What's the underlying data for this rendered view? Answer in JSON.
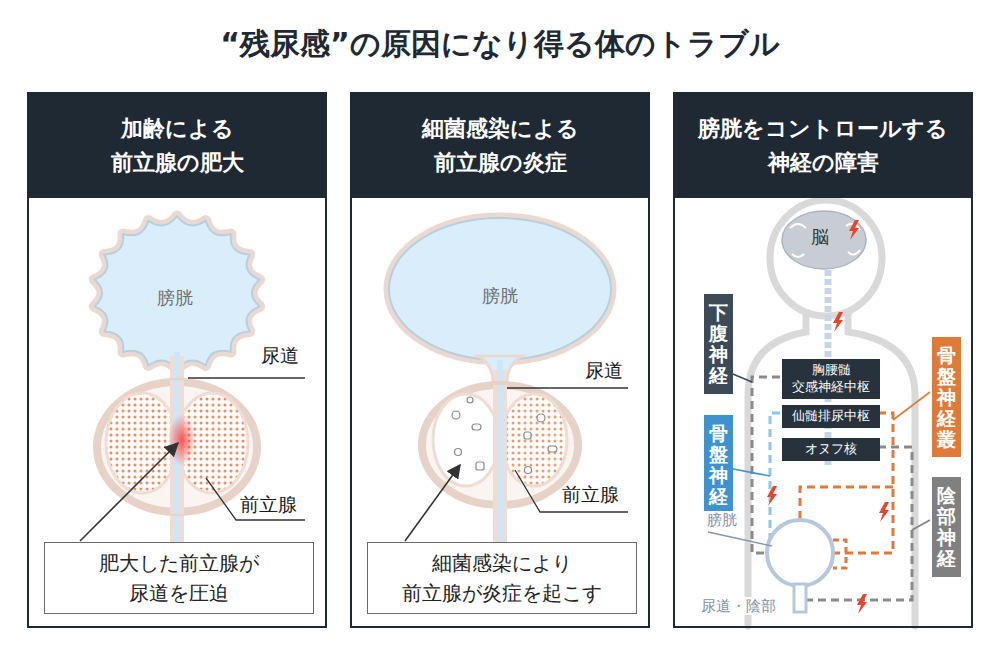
{
  "diagram": {
    "title": "“残尿感”の原因になり得る体のトラブル",
    "nodes": [
      {
        "text": [
          "加齢による 前立腺の肥大"
        ]
      },
      {
        "text": [
          "肥大した前立腺が 尿道を圧迫"
        ],
        "in": 0
      },
      {
        "text": [
          "細菌感染による 前立腺の炎症"
        ]
      },
      {
        "text": [
          "細菌感染により 前立腺が炎症を起こす"
        ],
        "in": 2
      },
      {
        "text": [
          "膀胱をコントロールする 神経の障害"
        ]
      },
      {
        "text": [
          "下腹神経"
        ],
        "in": 4
      },
      {
        "text": [
          "胸腰髄 交感神経中枢"
        ],
        "in": 4
      },
      {
        "text": [
          "骨盤神経叢"
        ],
        "in": 4
      },
      {
        "text": [
          "仙髄排尿中枢"
        ],
        "in": 4
      },
      {
        "text": [
          "骨盤神経"
        ],
        "in": 4
      },
      {
        "text": [
          "オヌフ核"
        ],
        "in": 4
      },
      {
        "text": [
          "陰部神経"
        ],
        "in": 4
      }
    ],
    "labels": [
      "膀胱",
      "尿道",
      "前立腺",
      "膀胱",
      "尿道",
      "前立腺",
      "脳",
      "膀胱",
      "尿道・陰部"
    ]
  }
}
